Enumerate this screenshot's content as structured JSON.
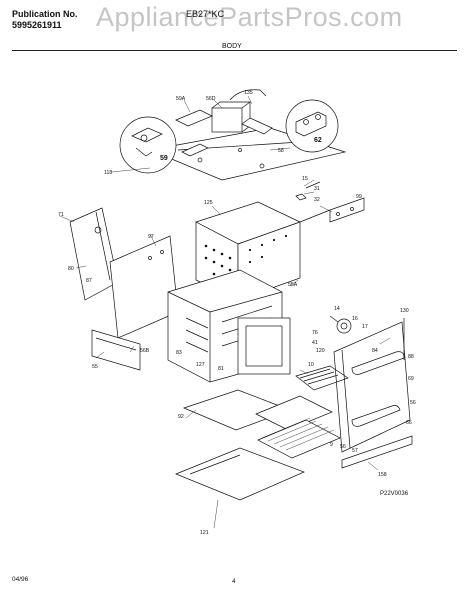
{
  "header": {
    "publication_label": "Publication No.",
    "publication_number": "5995261911",
    "model_partial": "EB27*KC",
    "watermark": "AppliancePartsPros.com",
    "section_title": "BODY"
  },
  "footer": {
    "date": "04/96",
    "page": "4",
    "figure_code": "P22V0036"
  },
  "labels": {
    "l_59a": "59A",
    "l_56d": "56D",
    "l_135": "135",
    "l_59": "59",
    "l_62": "62",
    "l_58": "58",
    "l_118": "118",
    "l_15": "15",
    "l_31": "31",
    "l_32": "32",
    "l_99": "99",
    "l_125": "125",
    "l_71": "71",
    "l_97": "97",
    "l_80": "80",
    "l_55a": "55A",
    "l_14": "14",
    "l_130": "130",
    "l_16": "16",
    "l_17": "17",
    "l_76": "76",
    "l_41": "41",
    "l_120": "120",
    "l_84": "84",
    "l_88": "88",
    "l_56b": "56B",
    "l_55": "55",
    "l_83": "83",
    "l_127": "127",
    "l_81": "81",
    "l_10": "10",
    "l_92": "92",
    "l_69": "69",
    "l_56": "56",
    "l_9": "9",
    "l_57": "57",
    "l_66": "66",
    "l_158": "158",
    "l_121": "121",
    "l_c59": "59",
    "l_c62": "62",
    "l_87": "87"
  }
}
